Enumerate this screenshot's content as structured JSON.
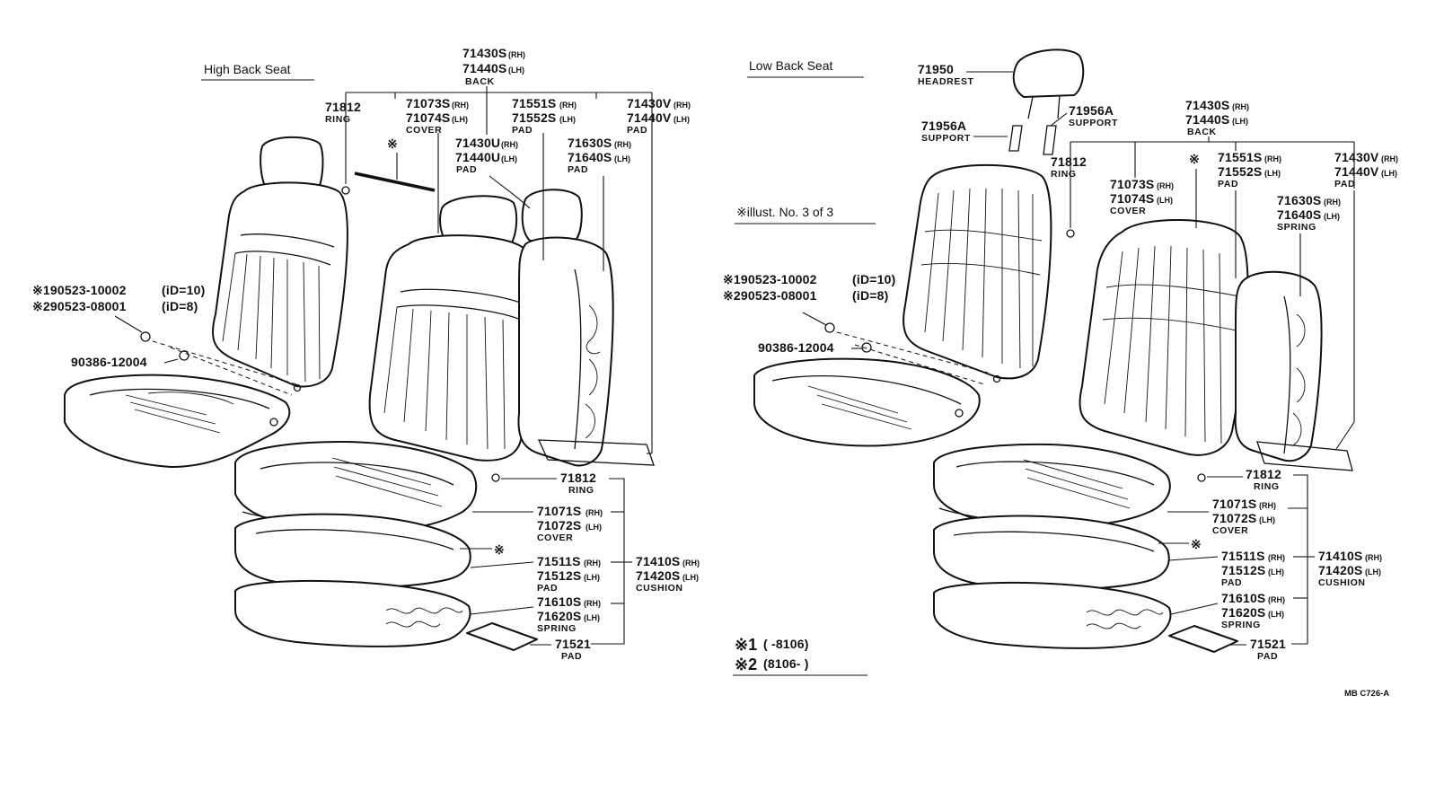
{
  "titles": {
    "high": "High Back Seat",
    "low": "Low Back Seat"
  },
  "illust_note": "※illust. No. 3 of 3",
  "footer_code": "MB C726-A",
  "mark": "※",
  "high": {
    "back_set": {
      "rh": "71430S",
      "rh_sfx": "(RH)",
      "lh": "71440S",
      "lh_sfx": "(LH)",
      "name": "BACK"
    },
    "ring_top": {
      "num": "71812",
      "name": "RING"
    },
    "back_cover": {
      "rh": "71073S",
      "rh_sfx": "(RH)",
      "lh": "71074S",
      "lh_sfx": "(LH)",
      "name": "COVER"
    },
    "back_pad_s": {
      "rh": "71551S",
      "rh_sfx": "(RH)",
      "lh": "71552S",
      "lh_sfx": "(LH)",
      "name": "PAD"
    },
    "back_pad_v": {
      "rh": "71430V",
      "rh_sfx": "(RH)",
      "lh": "71440V",
      "lh_sfx": "(LH)",
      "name": "PAD"
    },
    "back_pad_u": {
      "rh": "71430U",
      "rh_sfx": "(RH)",
      "lh": "71440U",
      "lh_sfx": "(LH)",
      "name": "PAD"
    },
    "back_pad_630": {
      "rh": "71630S",
      "rh_sfx": "(RH)",
      "lh": "71640S",
      "lh_sfx": "(LH)",
      "name": "PAD"
    },
    "bolt1": {
      "mark": "※1",
      "num": "90523-10002",
      "note": "(iD=10)"
    },
    "bolt2": {
      "mark": "※2",
      "num": "90523-08001",
      "note": "(iD=8)"
    },
    "clip": {
      "num": "90386-12004"
    },
    "ring_cushion": {
      "num": "71812",
      "name": "RING"
    },
    "cushion_cover": {
      "rh": "71071S",
      "rh_sfx": "(RH)",
      "lh": "71072S",
      "lh_sfx": "(LH)",
      "name": "COVER"
    },
    "cushion_pad": {
      "rh": "71511S",
      "rh_sfx": "(RH)",
      "lh": "71512S",
      "lh_sfx": "(LH)",
      "name": "PAD"
    },
    "cushion_set": {
      "rh": "71410S",
      "rh_sfx": "(RH)",
      "lh": "71420S",
      "lh_sfx": "(LH)",
      "name": "CUSHION"
    },
    "cushion_spring": {
      "rh": "71610S",
      "rh_sfx": "(RH)",
      "lh": "71620S",
      "lh_sfx": "(LH)",
      "name": "SPRING"
    },
    "small_pad": {
      "num": "71521",
      "name": "PAD"
    }
  },
  "low": {
    "headrest": {
      "num": "71950",
      "name": "HEADREST"
    },
    "support_l": {
      "num": "71956A",
      "name": "SUPPORT"
    },
    "support_r": {
      "num": "71956A",
      "name": "SUPPORT"
    },
    "back_set": {
      "rh": "71430S",
      "rh_sfx": "(RH)",
      "lh": "71440S",
      "lh_sfx": "(LH)",
      "name": "BACK"
    },
    "ring_top": {
      "num": "71812",
      "name": "RING"
    },
    "back_cover": {
      "rh": "71073S",
      "rh_sfx": "(RH)",
      "lh": "71074S",
      "lh_sfx": "(LH)",
      "name": "COVER"
    },
    "back_pad_s": {
      "rh": "71551S",
      "rh_sfx": "(RH)",
      "lh": "71552S",
      "lh_sfx": "(LH)",
      "name": "PAD"
    },
    "back_pad_v": {
      "rh": "71430V",
      "rh_sfx": "(RH)",
      "lh": "71440V",
      "lh_sfx": "(LH)",
      "name": "PAD"
    },
    "back_spring": {
      "rh": "71630S",
      "rh_sfx": "(RH)",
      "lh": "71640S",
      "lh_sfx": "(LH)",
      "name": "SPRING"
    },
    "bolt1": {
      "mark": "※1",
      "num": "90523-10002",
      "note": "(iD=10)"
    },
    "bolt2": {
      "mark": "※2",
      "num": "90523-08001",
      "note": "(iD=8)"
    },
    "clip": {
      "num": "90386-12004"
    },
    "ring_cushion": {
      "num": "71812",
      "name": "RING"
    },
    "cushion_cover": {
      "rh": "71071S",
      "rh_sfx": "(RH)",
      "lh": "71072S",
      "lh_sfx": "(LH)",
      "name": "COVER"
    },
    "cushion_pad": {
      "rh": "71511S",
      "rh_sfx": "(RH)",
      "lh": "71512S",
      "lh_sfx": "(LH)",
      "name": "PAD"
    },
    "cushion_set": {
      "rh": "71410S",
      "rh_sfx": "(RH)",
      "lh": "71420S",
      "lh_sfx": "(LH)",
      "name": "CUSHION"
    },
    "cushion_spring": {
      "rh": "71610S",
      "rh_sfx": "(RH)",
      "lh": "71620S",
      "lh_sfx": "(LH)",
      "name": "SPRING"
    },
    "small_pad": {
      "num": "71521",
      "name": "PAD"
    }
  },
  "legend": {
    "row1_mark": "※1",
    "row1_text": "(        -8106)",
    "row2_mark": "※2",
    "row2_text": "(8106-        )"
  }
}
